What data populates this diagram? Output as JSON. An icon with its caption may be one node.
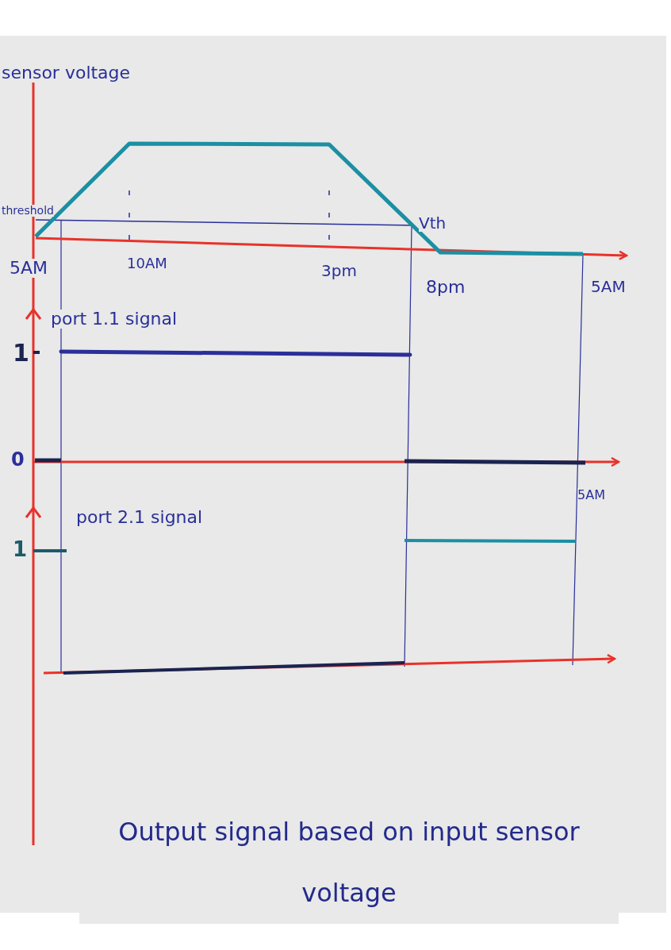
{
  "diagram": {
    "caption": "Output signal based on input sensor voltage",
    "labels": [
      "sensor voltage",
      "threshold",
      "Vth",
      "5AM",
      "10AM",
      "3pm",
      "8pm",
      "5AM",
      "port 1.1 signal",
      "1",
      "0",
      "5AM",
      "port 2.1 signal",
      "1"
    ]
  }
}
